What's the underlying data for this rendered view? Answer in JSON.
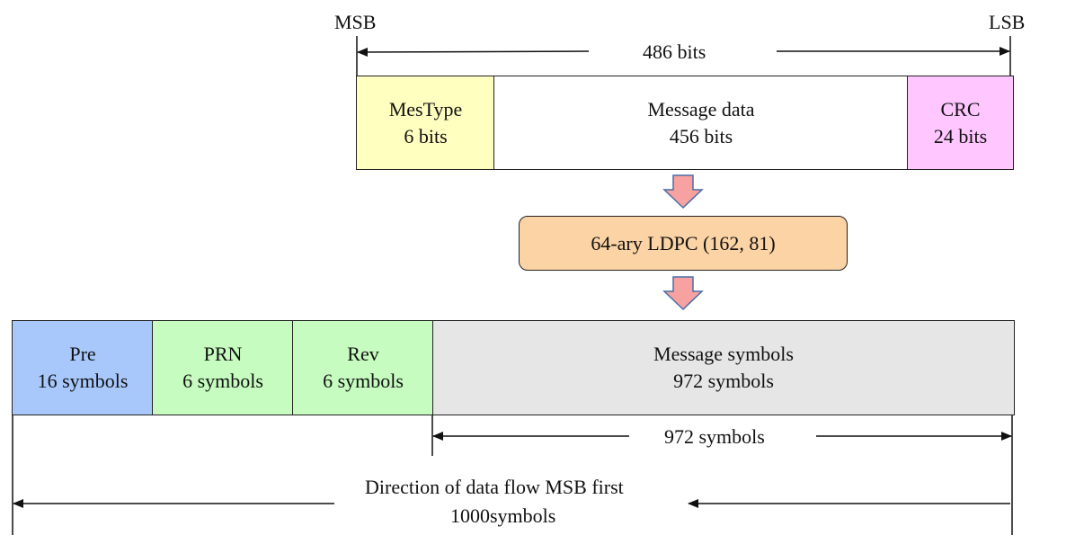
{
  "header": {
    "msb": "MSB",
    "lsb": "LSB",
    "total_bits": "486 bits"
  },
  "frame_fields": [
    {
      "name": "MesType",
      "size": "6 bits",
      "color": "#ffffc0"
    },
    {
      "name": "Message data",
      "size": "456 bits",
      "color": "#ffffff"
    },
    {
      "name": "CRC",
      "size": "24 bits",
      "color": "#ffc6ff"
    }
  ],
  "encoder": {
    "label": "64-ary LDPC (162, 81)",
    "color": "#fcd3a4"
  },
  "arrow_color": "#f7a1a1",
  "symbol_fields": [
    {
      "name": "Pre",
      "size": "16 symbols",
      "color": "#a8c8fc"
    },
    {
      "name": "PRN",
      "size": "6 symbols",
      "color": "#c6fcc0"
    },
    {
      "name": "Rev",
      "size": "6 symbols",
      "color": "#c6fcc0"
    },
    {
      "name": "Message symbols",
      "size": "972 symbols",
      "color": "#e6e6e6"
    }
  ],
  "message_span": "972 symbols",
  "flow": {
    "direction": "Direction of data flow MSB first",
    "total": "1000symbols"
  }
}
